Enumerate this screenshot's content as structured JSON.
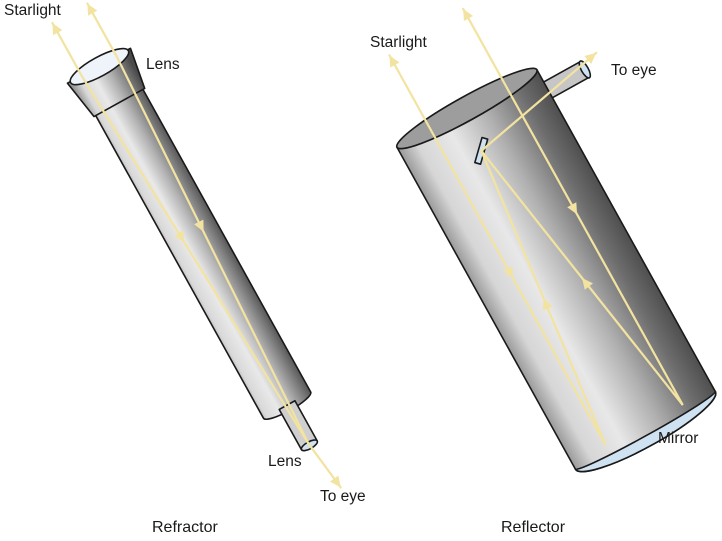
{
  "figure": {
    "refractor": {
      "starlight_label": "Starlight",
      "objective_lens_label": "Lens",
      "eyepiece_lens_label": "Lens",
      "to_eye_label": "To eye",
      "caption": "Refractor"
    },
    "reflector": {
      "starlight_label": "Starlight",
      "to_eye_label": "To eye",
      "mirror_label": "Mirror",
      "caption": "Reflector"
    },
    "colors": {
      "ray": "#f2e3a0",
      "glass": "#cfe2f2",
      "lens_face": "#eef4fa",
      "outline": "#1a1a1a",
      "tube_light": "#e8e8e8",
      "tube_dark": "#4f4f4f",
      "background": "#ffffff",
      "label_text": "#1a1a1a"
    }
  }
}
